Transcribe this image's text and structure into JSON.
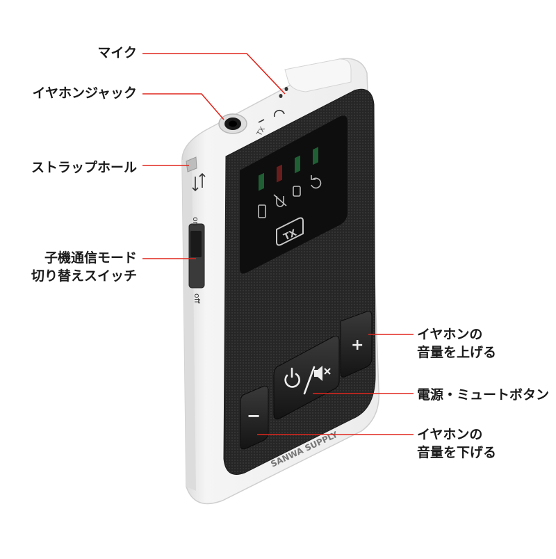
{
  "callouts": {
    "mic": "マイク",
    "earphone_jack": "イヤホンジャック",
    "strap_hole": "ストラップホール",
    "mode_switch_line1": "子機通信モード",
    "mode_switch_line2": "切り替えスイッチ",
    "volume_up_line1": "イヤホンの",
    "volume_up_line2": "音量を上げる",
    "power_mute": "電源・ミュートボタン",
    "volume_down_line1": "イヤホンの",
    "volume_down_line2": "音量を下げる"
  },
  "device": {
    "brand": "SANWA SUPPLY",
    "panel_mark": "TX",
    "jack_mark": "TX",
    "switch_on": "on",
    "switch_off": "off",
    "plus_glyph": "+",
    "minus_glyph": "−"
  },
  "colors": {
    "leader_line": "#e0261d",
    "body": "#f2f2f2",
    "grille": "#2b2b2b",
    "panel": "#111111",
    "led_green": "#1f5f33",
    "led_red": "#6a1d1d"
  }
}
